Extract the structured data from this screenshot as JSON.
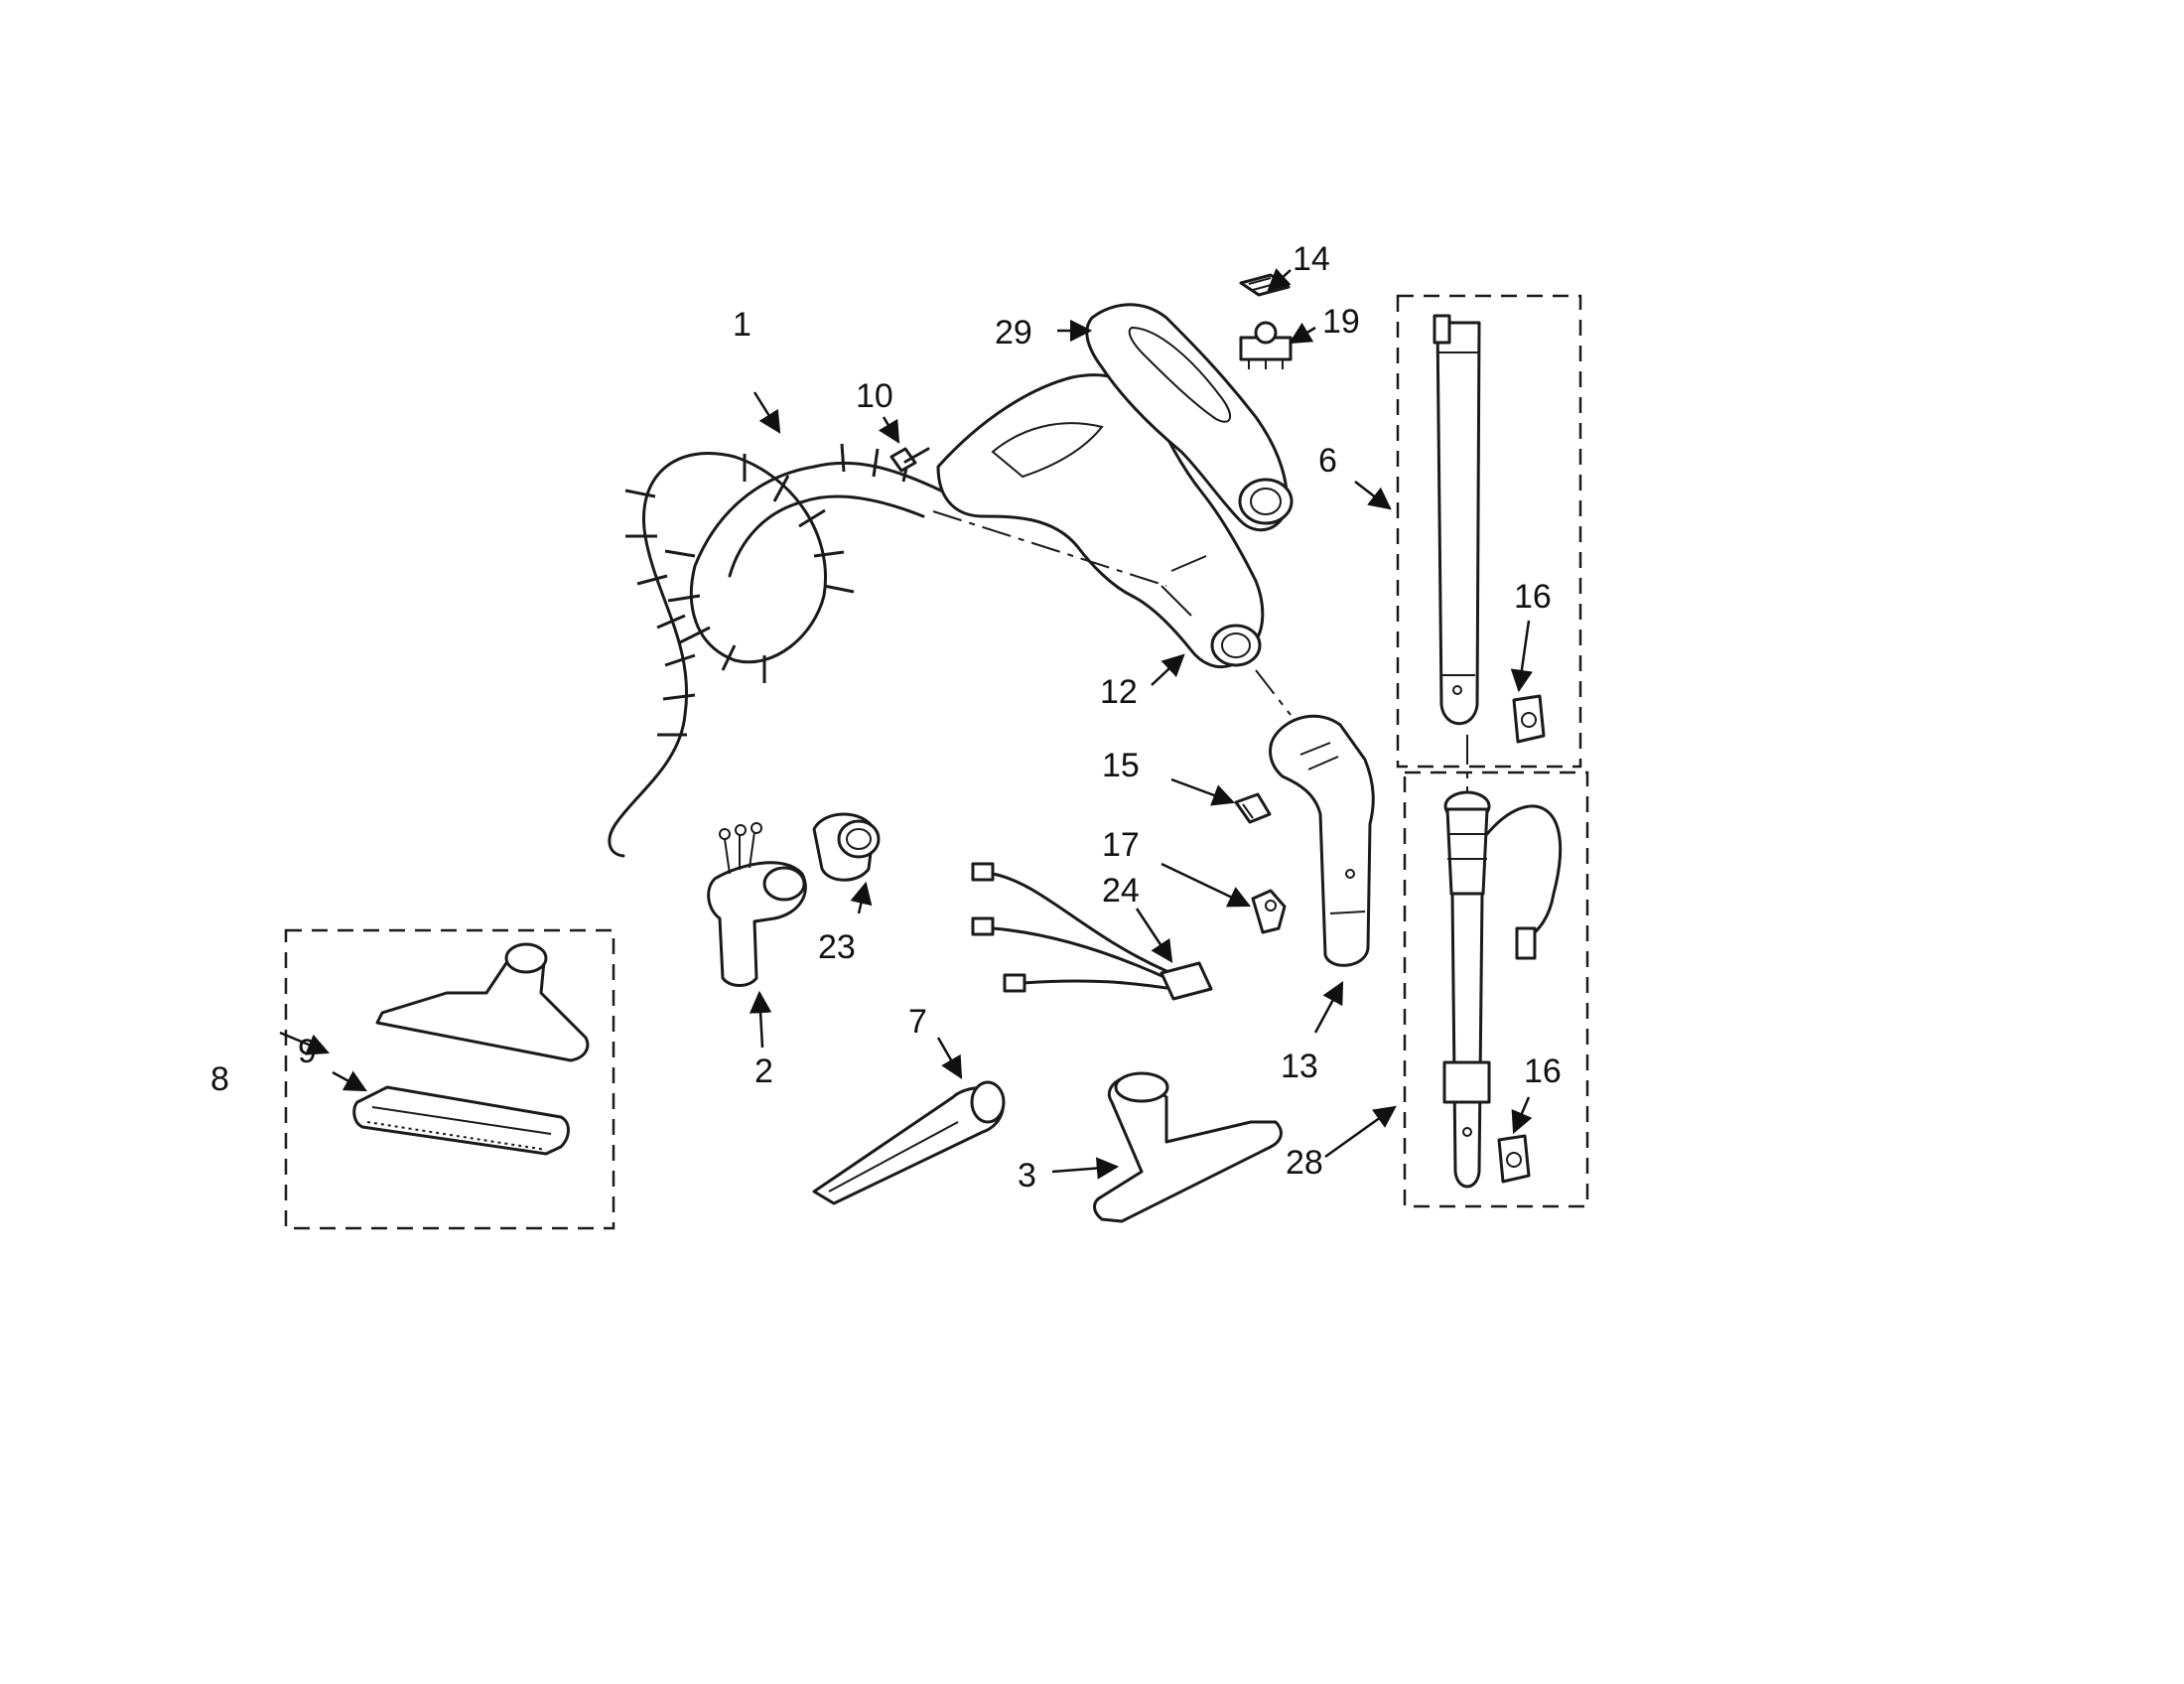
{
  "callouts": {
    "c1": "1",
    "c2": "2",
    "c3": "3",
    "c6": "6",
    "c7": "7",
    "c8": "8",
    "c9": "9",
    "c10": "10",
    "c12": "12",
    "c13": "13",
    "c14": "14",
    "c15": "15",
    "c16a": "16",
    "c16b": "16",
    "c17": "17",
    "c19": "19",
    "c23": "23",
    "c24": "24",
    "c28": "28",
    "c29": "29"
  }
}
